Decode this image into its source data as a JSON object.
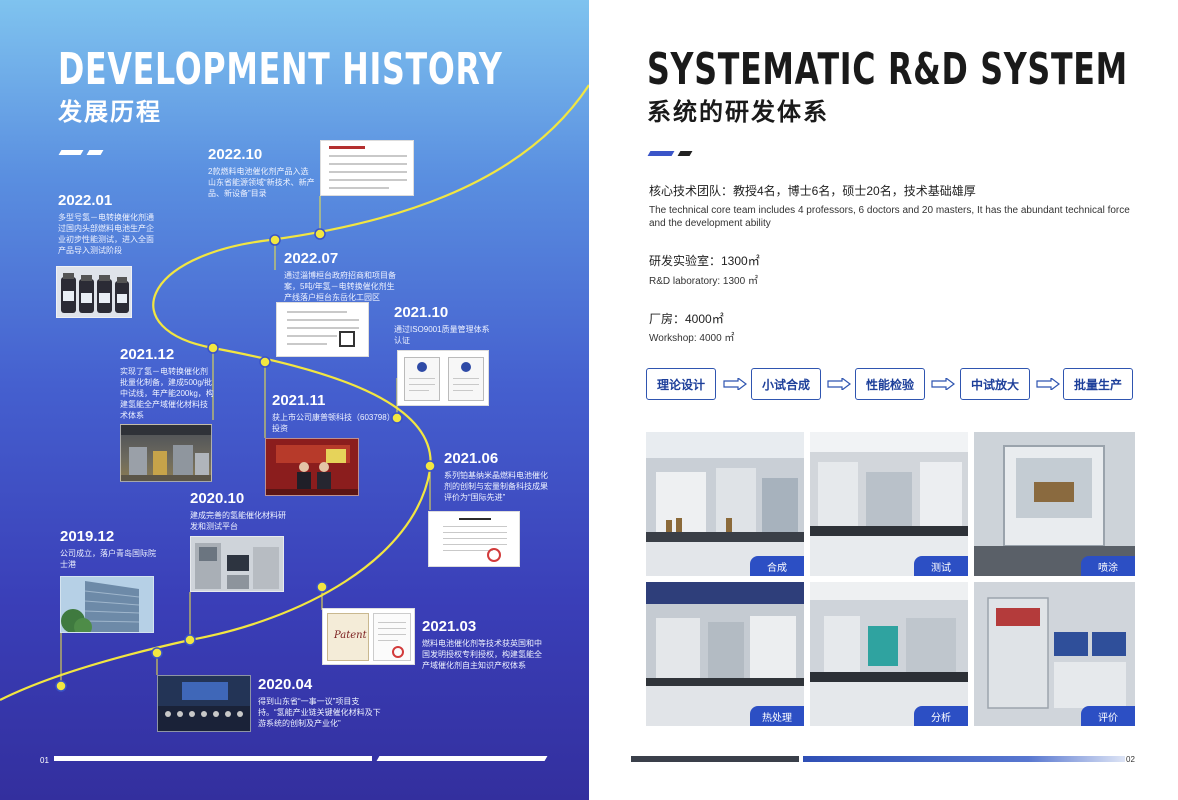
{
  "left": {
    "title": "DEVELOPMENT HISTORY",
    "subtitle": "发展历程",
    "page_number": "01",
    "events": [
      {
        "year": "2022.10",
        "desc": "2款燃料电池催化剂产品入选山东省能源领域“新技术、新产品、新设备”目录"
      },
      {
        "year": "2022.01",
        "desc": "多型号氢－电转换催化剂通过国内头部燃料电池生产企业初步性能测试，进入全面产品导入测试阶段"
      },
      {
        "year": "2022.07",
        "desc": "通过淄博桓台政府招商和项目备案，5吨/年氢－电转换催化剂生产线落户桓台东岳化工园区"
      },
      {
        "year": "2021.10",
        "desc": "通过ISO9001质量管理体系认证"
      },
      {
        "year": "2021.12",
        "desc": "实现了氢－电转换催化剂批量化制备，建成500g/批中试线，年产能200kg，构建氢能全产域催化材料技术体系"
      },
      {
        "year": "2021.11",
        "desc": "获上市公司康普顿科技（603798）投资"
      },
      {
        "year": "2021.06",
        "desc": "系列铂基纳米晶燃料电池催化剂的创制与宏量制备科技成果评价为“国际先进”"
      },
      {
        "year": "2020.10",
        "desc": "建成完善的氢能催化材料研发和测试平台"
      },
      {
        "year": "2019.12",
        "desc": "公司成立，落户青岛国际院士港"
      },
      {
        "year": "2021.03",
        "desc": "燃料电池催化剂等技术获英国和中国发明授权专利授权，构建氢能全产域催化剂自主知识产权体系"
      },
      {
        "year": "2020.04",
        "desc": "得到山东省“一事一议”项目支持。“氢能产业链关键催化材料及下游系统的创制及产业化”"
      }
    ]
  },
  "right": {
    "title": "SYSTEMATIC R&D SYSTEM",
    "subtitle": "系统的研发体系",
    "page_number": "02",
    "team_cn": "核心技术团队：教授4名，博士6名，硕士20名，技术基础雄厚",
    "team_en": "The technical core team includes 4 professors, 6 doctors and 20 masters, It has the abundant technical force and the development ability",
    "lab_cn": "研发实验室：1300㎡",
    "lab_en": "R&D laboratory: 1300 ㎡",
    "factory_cn": "厂房：4000㎡",
    "factory_en": "Workshop: 4000 ㎡",
    "steps": [
      "理论设计",
      "小试合成",
      "性能检验",
      "中试放大",
      "批量生产"
    ],
    "photos": [
      "合成",
      "测试",
      "喷涂",
      "热处理",
      "分析",
      "评价"
    ]
  },
  "colors": {
    "accent_blue": "#2c4fc4",
    "timeline_yellow": "#f2e641"
  }
}
